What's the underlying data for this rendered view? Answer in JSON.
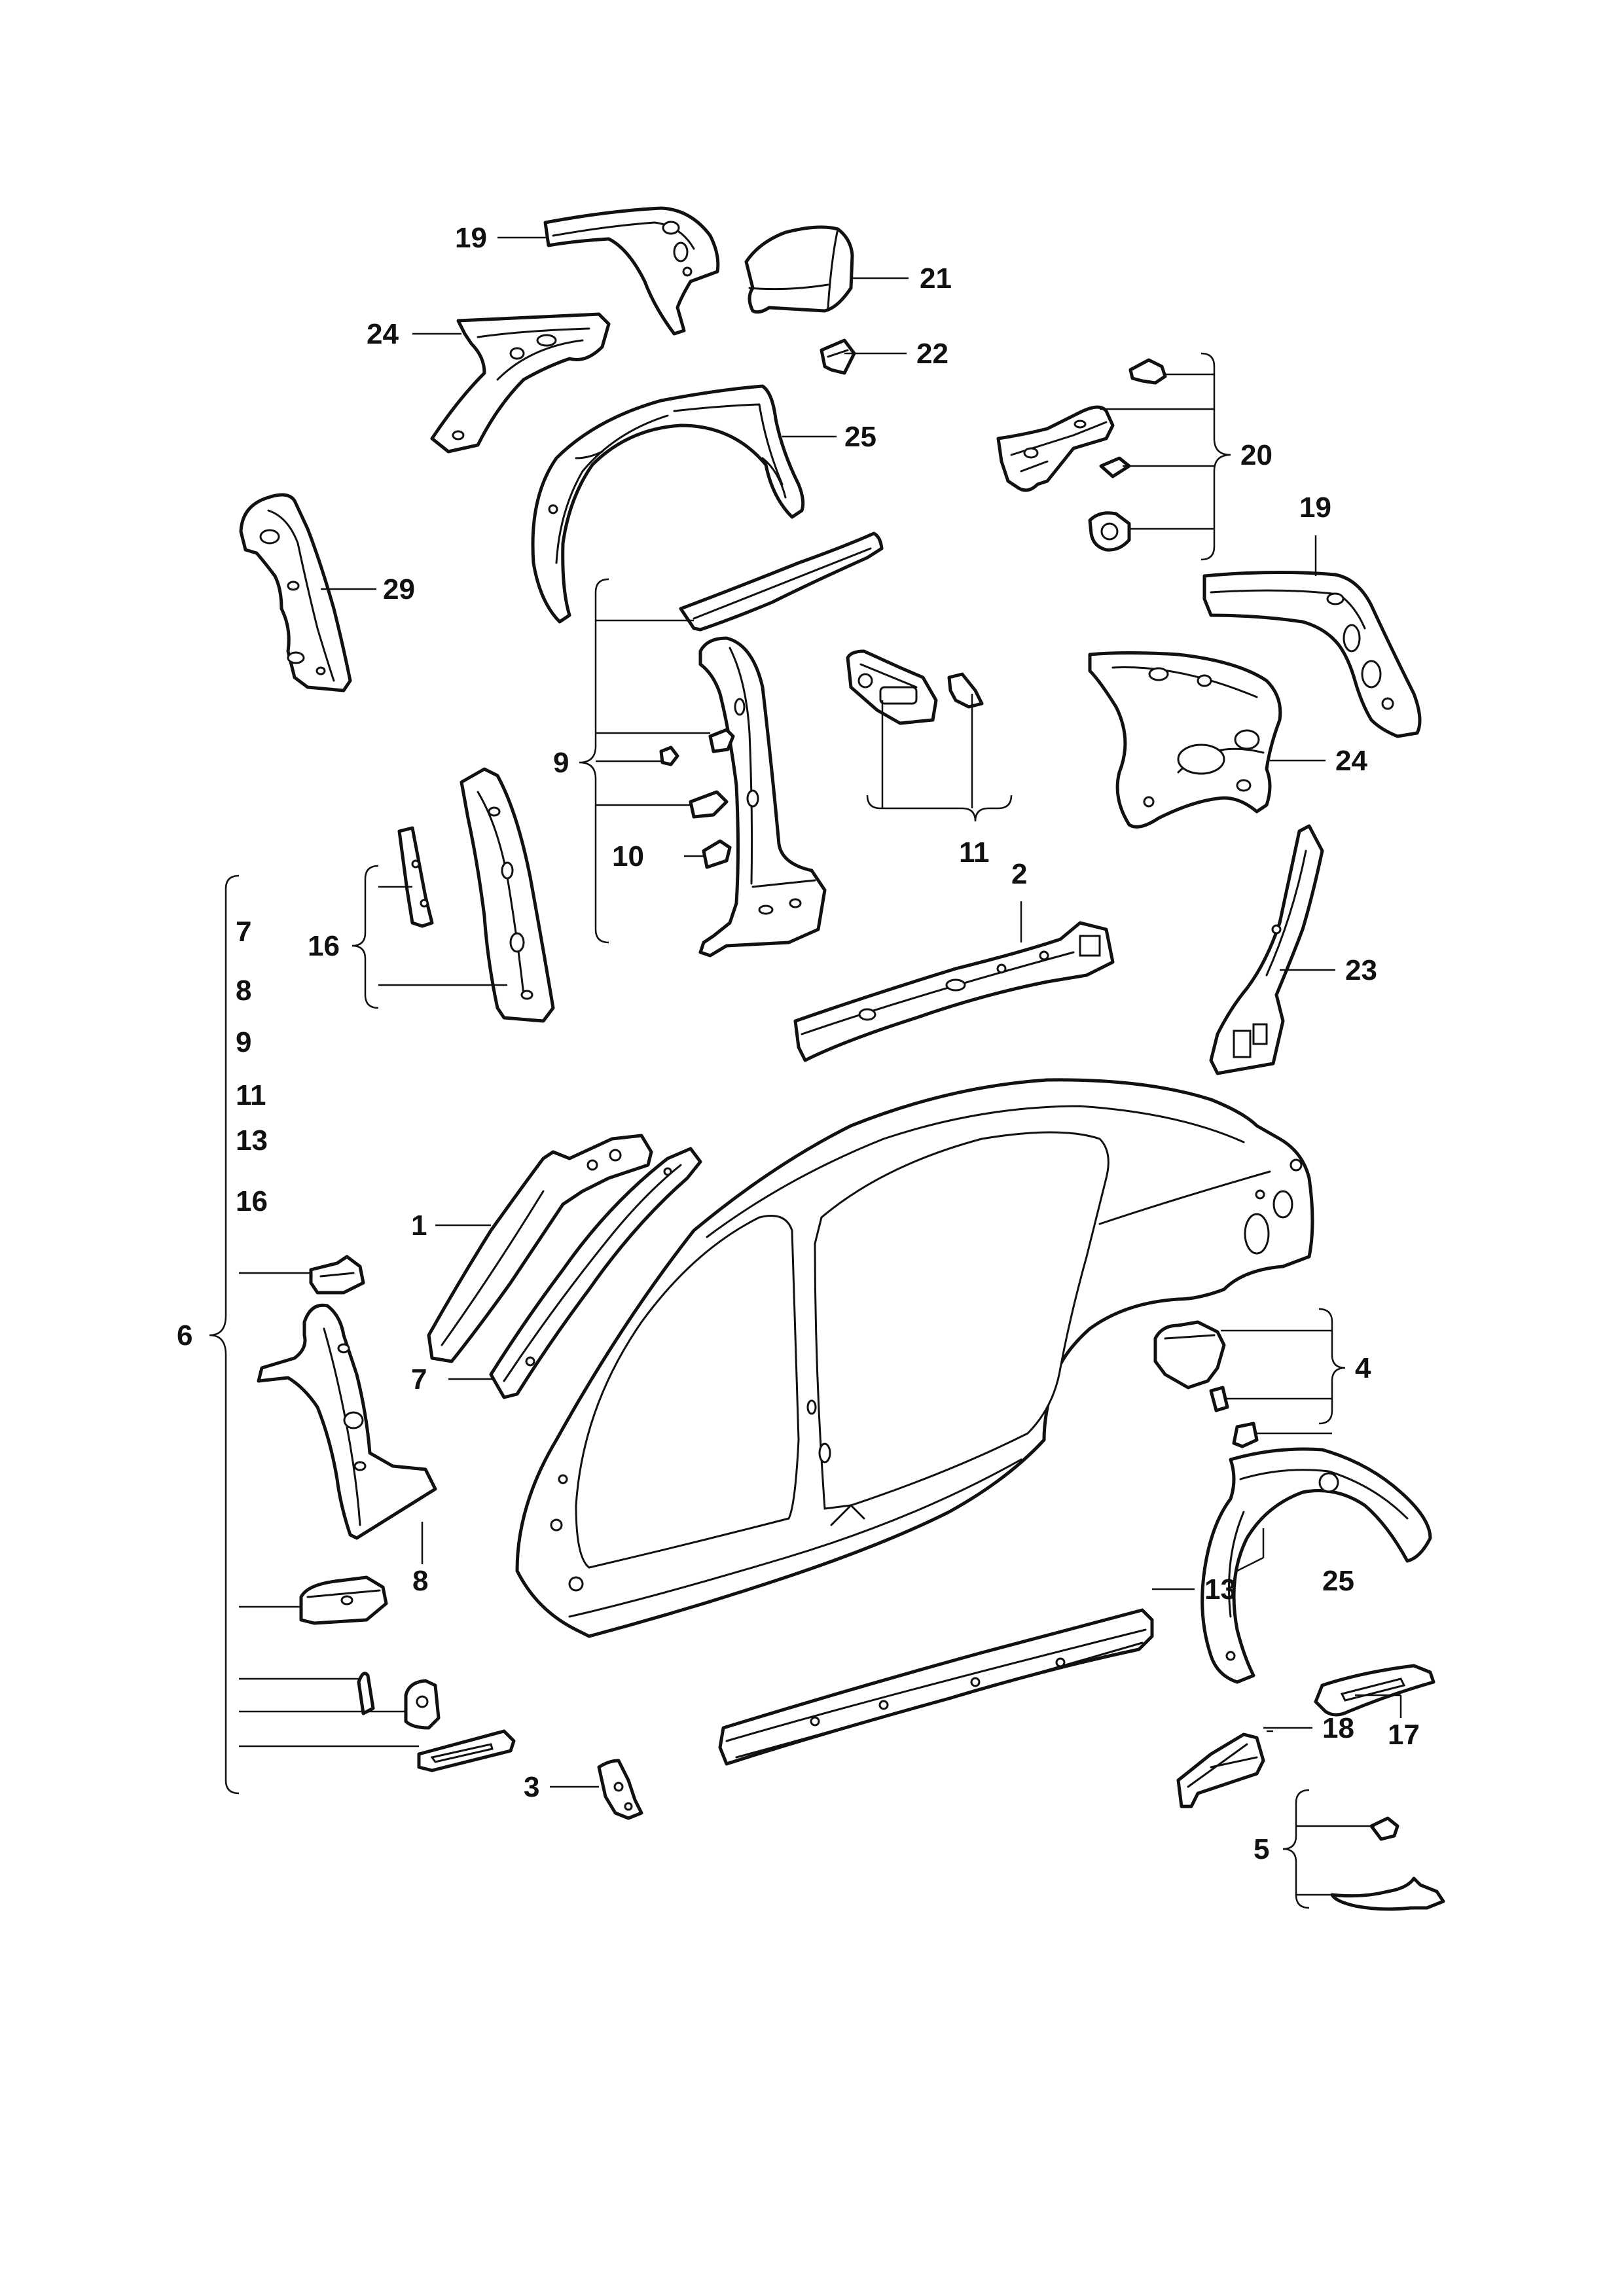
{
  "colors": {
    "line": "#111111",
    "background": "#ffffff"
  },
  "callouts": {
    "c19_top": "19",
    "c21": "21",
    "c24_top": "24",
    "c22": "22",
    "c25_top": "25",
    "c20": "20",
    "c19_right": "19",
    "c29": "29",
    "c9": "9",
    "c24_right": "24",
    "c10": "10",
    "c11": "11",
    "c2": "2",
    "c16": "16",
    "c23": "23",
    "c1": "1",
    "c7": "7",
    "c6": "6",
    "c8": "8",
    "c4": "4",
    "c13": "13",
    "c25_bottom": "25",
    "c18": "18",
    "c17": "17",
    "c3": "3",
    "c5": "5"
  },
  "group6_list": [
    "7",
    "8",
    "9",
    "11",
    "13",
    "16"
  ]
}
